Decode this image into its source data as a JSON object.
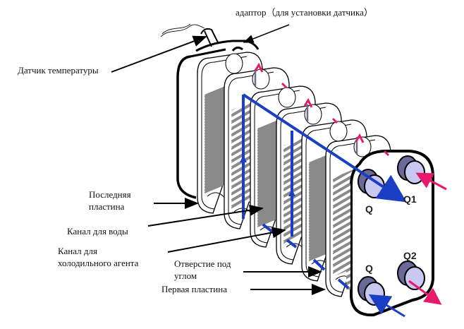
{
  "title": "Схема пластинчатого теплообменника",
  "labels": {
    "adapter": "адаптор（для установки датчика）",
    "temp_sensor": "Датчик температуры",
    "last_plate_1": "Последняя",
    "last_plate_2": "пластина",
    "water_channel": "Канал для воды",
    "refrigerant_channel_1": "Канал для",
    "refrigerant_channel_2": "холодильного агента",
    "corner_hole_1": "Отверстие под",
    "corner_hole_2": "углом",
    "first_plate": "Первая пластина"
  },
  "ports": {
    "top_left": "Q",
    "top_right": "Q1",
    "bottom_left": "Q",
    "bottom_right": "Q2"
  },
  "colors": {
    "water_flow": "#1a3fc4",
    "refrigerant_flow": "#e8186c",
    "port_face": "#c8c8f0",
    "port_side": "#6a6a9a",
    "corrugation": "#8a8a8a",
    "outline": "#000000"
  }
}
